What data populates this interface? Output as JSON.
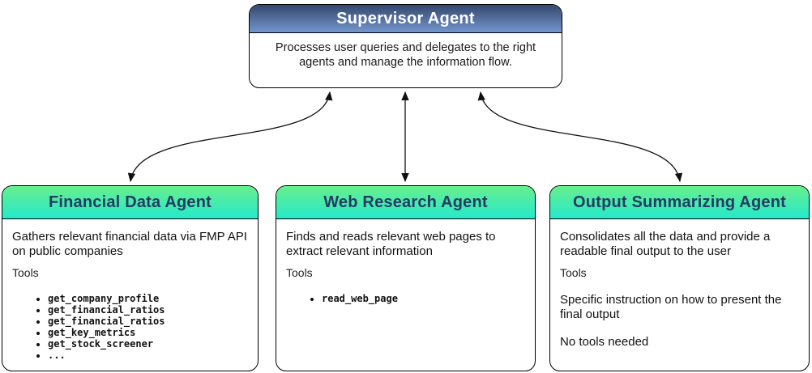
{
  "diagram": {
    "supervisor": {
      "title": "Supervisor Agent",
      "description": "Processes user queries and delegates to the right agents and manage the information flow."
    },
    "agents": [
      {
        "id": "financial-data-agent",
        "title": "Financial Data Agent",
        "description": "Gathers relevant financial data via FMP API on public companies",
        "tools_label": "Tools",
        "tools": [
          "get_company_profile",
          "get_financial_ratios",
          "get_financial_ratios",
          "get_key_metrics",
          "get_stock_screener",
          "..."
        ],
        "notes": []
      },
      {
        "id": "web-research-agent",
        "title": "Web Research Agent",
        "description": "Finds and reads relevant web pages to extract relevant information",
        "tools_label": "Tools",
        "tools": [
          "read_web_page"
        ],
        "notes": []
      },
      {
        "id": "output-summarizing-agent",
        "title": "Output Summarizing Agent",
        "description": "Consolidates all the data and provide a readable final output to the user",
        "tools_label": "Tools",
        "tools": [],
        "notes": [
          "Specific instruction on how to present the final output",
          "No tools needed"
        ]
      }
    ],
    "colors": {
      "supervisor_header_top": "#34486f",
      "supervisor_header_bottom": "#7396cc",
      "supervisor_title_text": "#ffffff",
      "agent_header_top": "#68ef8d",
      "agent_header_bottom": "#25e9cb",
      "agent_title_text": "#253b63",
      "border": "#000000",
      "arrow": "#111111",
      "background": "#ffffff"
    }
  }
}
